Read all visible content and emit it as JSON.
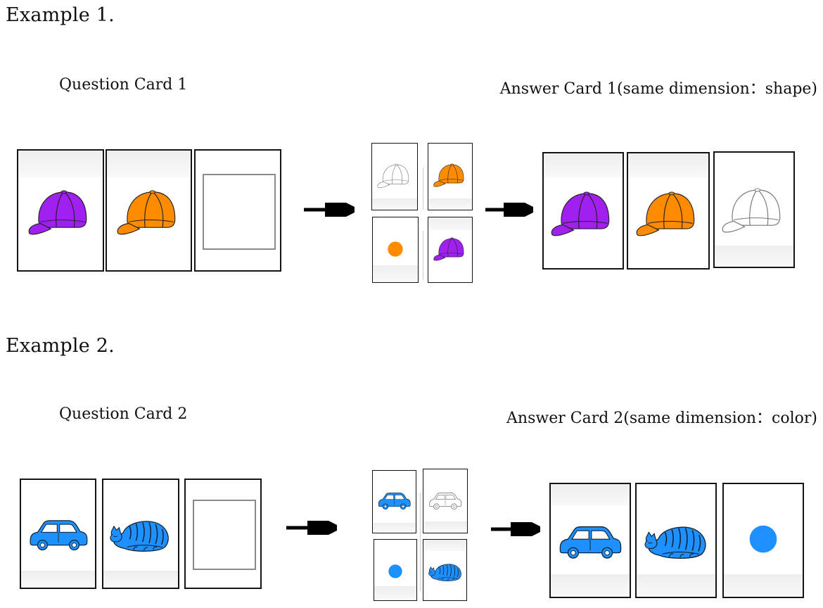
{
  "example1": {
    "heading": "Example 1.",
    "question_label": "Question Card 1",
    "answer_label": "Answer Card 1(same dimension：shape)",
    "question_cards": [
      "purple-cap",
      "orange-cap",
      "blank"
    ],
    "choice_cards": [
      "outline-cap",
      "orange-cap",
      "orange-dot",
      "purple-cap"
    ],
    "answer_cards": [
      "purple-cap",
      "orange-cap",
      "outline-cap"
    ]
  },
  "example2": {
    "heading": "Example 2.",
    "question_label": "Question Card 2",
    "answer_label": "Answer Card 2(same dimension：color)",
    "question_cards": [
      "blue-car",
      "blue-cat",
      "blank"
    ],
    "choice_cards": [
      "blue-car",
      "outline-car",
      "blue-dot",
      "blue-cat"
    ],
    "answer_cards": [
      "blue-car",
      "blue-cat",
      "blue-dot"
    ]
  },
  "colors": {
    "purple": "#a020f0",
    "orange": "#ff8c00",
    "blue": "#1e90ff",
    "outline": "#ffffff",
    "stroke": "#111111"
  }
}
